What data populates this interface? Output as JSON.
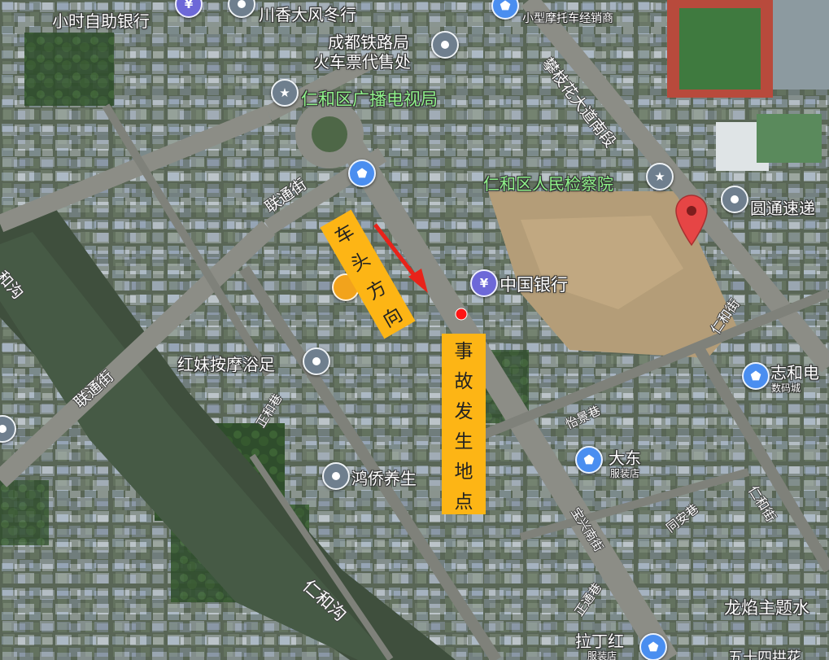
{
  "colors": {
    "callout": "#fdb515",
    "arrow": "#e8231a",
    "accident_dot": "#ff1414",
    "destination_marker": "#e64545"
  },
  "pois": {
    "self_bank": "小时自助银行",
    "top_blurred": "川香大风冬行",
    "motorbike_shop": "小型摩托车经销商",
    "railway_office_line1": "成都铁路局",
    "railway_office_line2": "火车票代售处",
    "tv_station": "仁和区广播电视局",
    "procuratorate": "仁和区人民检察院",
    "yuantong": "圆通速递",
    "bank_of_china": "中国银行",
    "hongmei": "红妹按摩浴足",
    "zhihe_line1": "志和电",
    "zhihe_line2": "数码城",
    "dadong_line1": "大东",
    "dadong_line2": "服装店",
    "hongqiao": "鸿侨养生",
    "longyan": "龙焰主题水",
    "lading_line1": "拉丁红",
    "lading_line2": "服装店",
    "bottom_right_cut": "五十四拱花"
  },
  "roads": {
    "liantong_upper": "联通街",
    "liantong_lower": "联通街",
    "panzhihua": "攀枝花大道南段",
    "renhe_right": "仁和街",
    "renhe_far_right": "仁和街",
    "zhenghe": "正和巷",
    "yijing": "怡景巷",
    "baoxing": "宝兴南街",
    "tongan": "同安巷",
    "zhengtong": "正通巷",
    "canal": "仁和沟",
    "canal_left": "和沟"
  },
  "callouts": {
    "direction_chars": [
      "车",
      "头",
      "方",
      "向"
    ],
    "accident_chars": [
      "事",
      "故",
      "发",
      "生",
      "地",
      "点"
    ]
  }
}
